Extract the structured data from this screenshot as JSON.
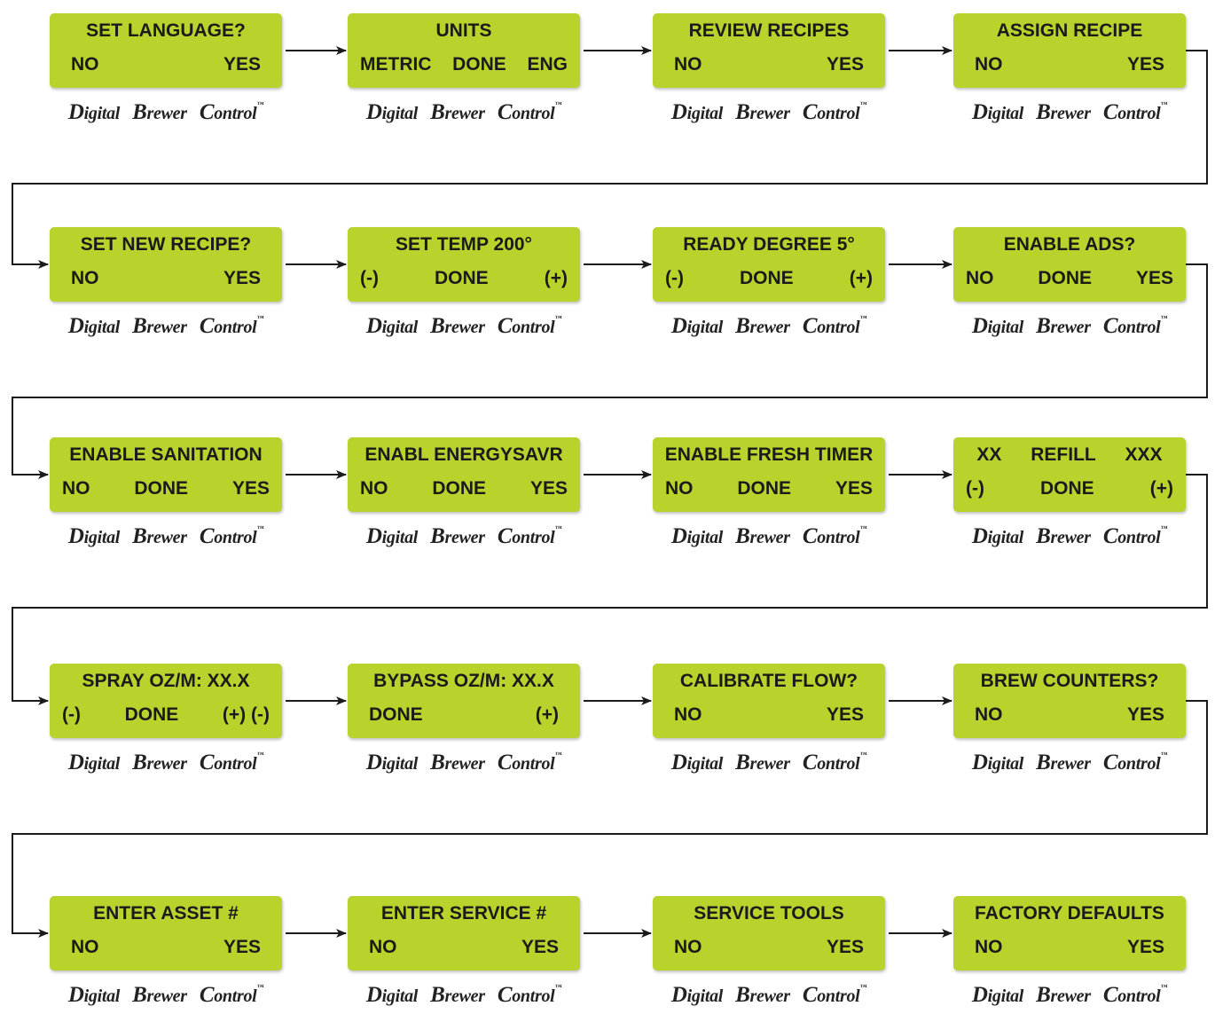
{
  "brand": {
    "initial_1": "D",
    "rest_1": "igital",
    "initial_2": "B",
    "rest_2": "rewer",
    "initial_3": "C",
    "rest_3": "ontrol",
    "tm": "™"
  },
  "colors": {
    "screen": "#b9d32c",
    "line": "#1b1b1b"
  },
  "screens": [
    {
      "title": [
        "SET LANGUAGE?"
      ],
      "opts": [
        "NO",
        "YES"
      ]
    },
    {
      "title": [
        "UNITS"
      ],
      "opts": [
        "METRIC",
        "DONE",
        "ENG"
      ]
    },
    {
      "title": [
        "REVIEW RECIPES"
      ],
      "opts": [
        "NO",
        "YES"
      ]
    },
    {
      "title": [
        "ASSIGN RECIPE"
      ],
      "opts": [
        "NO",
        "YES"
      ]
    },
    {
      "title": [
        "SET NEW RECIPE?"
      ],
      "opts": [
        "NO",
        "YES"
      ]
    },
    {
      "title": [
        "SET TEMP  200°"
      ],
      "opts": [
        "(-)",
        "DONE",
        "(+)"
      ]
    },
    {
      "title": [
        "READY DEGREE 5°"
      ],
      "opts": [
        "(-)",
        "DONE",
        "(+)"
      ]
    },
    {
      "title": [
        "ENABLE ADS?"
      ],
      "opts": [
        "NO",
        "DONE",
        "YES"
      ]
    },
    {
      "title": [
        "ENABLE SANITATION"
      ],
      "opts": [
        "NO",
        "DONE",
        "YES"
      ]
    },
    {
      "title": [
        "ENABL ENERGYSAVR"
      ],
      "opts": [
        "NO",
        "DONE",
        "YES"
      ]
    },
    {
      "title": [
        "ENABLE FRESH TIMER"
      ],
      "opts": [
        "NO",
        "DONE",
        "YES"
      ]
    },
    {
      "title": [
        "XX",
        "REFILL",
        "XXX"
      ],
      "opts": [
        "(-)",
        "DONE",
        "(+)"
      ]
    },
    {
      "title": [
        "SPRAY OZ/M:  XX.X"
      ],
      "opts": [
        "(-)",
        "DONE",
        "(+) (-)"
      ]
    },
    {
      "title": [
        "BYPASS OZ/M:  XX.X"
      ],
      "opts": [
        "DONE",
        "(+)"
      ]
    },
    {
      "title": [
        "CALIBRATE FLOW?"
      ],
      "opts": [
        "NO",
        "YES"
      ]
    },
    {
      "title": [
        "BREW COUNTERS?"
      ],
      "opts": [
        "NO",
        "YES"
      ]
    },
    {
      "title": [
        "ENTER ASSET #"
      ],
      "opts": [
        "NO",
        "YES"
      ]
    },
    {
      "title": [
        "ENTER SERVICE #"
      ],
      "opts": [
        "NO",
        "YES"
      ]
    },
    {
      "title": [
        "SERVICE TOOLS"
      ],
      "opts": [
        "NO",
        "YES"
      ]
    },
    {
      "title": [
        "FACTORY DEFAULTS"
      ],
      "opts": [
        "NO",
        "YES"
      ]
    }
  ]
}
